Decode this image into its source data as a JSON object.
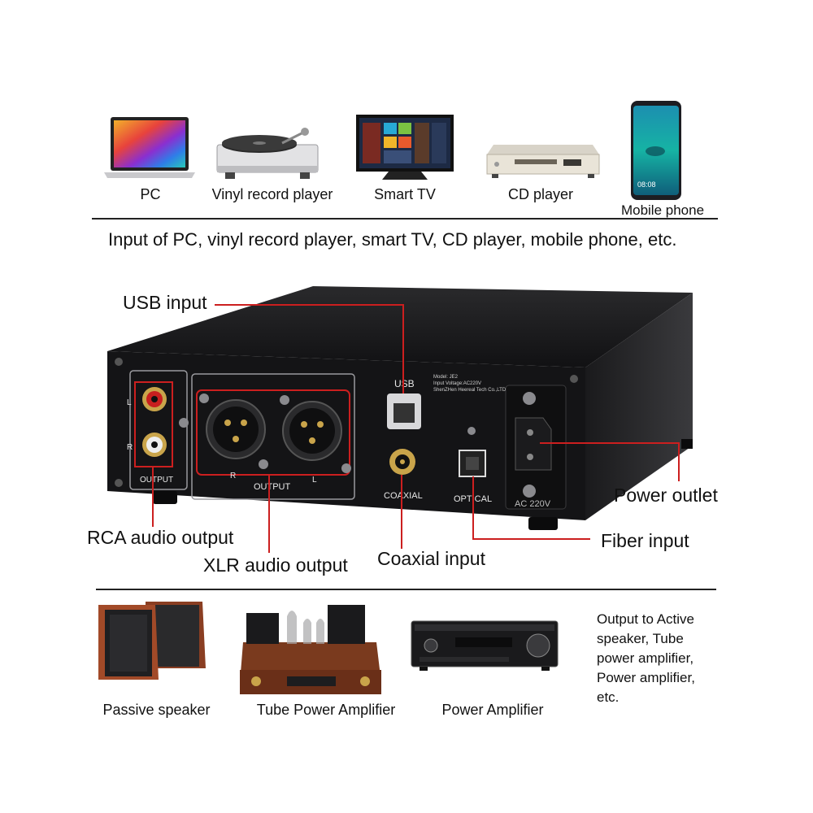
{
  "sources": {
    "items": [
      {
        "label": "PC",
        "icon": "laptop-icon"
      },
      {
        "label": "Vinyl record player",
        "icon": "turntable-icon"
      },
      {
        "label": "Smart TV",
        "icon": "tv-icon"
      },
      {
        "label": "CD player",
        "icon": "cd-player-icon"
      },
      {
        "label": "Mobile phone",
        "icon": "phone-icon"
      }
    ],
    "summary": "Input of PC, vinyl record player, smart TV, CD player, mobile phone, etc."
  },
  "device": {
    "labels": {
      "usb_port": "USB",
      "model_line1": "Model: JE2",
      "model_line2": "Input Voltage:AC220V",
      "model_line3": "ShenZHen Heereal Tech Co.,LTD",
      "rca_l": "L",
      "rca_r": "R",
      "rca_output": "OUTPUT",
      "xlr_r": "R",
      "xlr_l": "L",
      "xlr_output": "OUTPUT",
      "coaxial": "COAXIAL",
      "optical": "OPTICAL",
      "ac": "AC 220V"
    }
  },
  "callouts": {
    "usb_input": "USB input",
    "power_outlet": "Power outlet",
    "fiber_input": "Fiber input",
    "rca_audio_output": "RCA audio output",
    "xlr_audio_output": "XLR audio output",
    "coaxial_input": "Coaxial input"
  },
  "outputs": {
    "items": [
      {
        "label": "Passive speaker",
        "icon": "speaker-icon"
      },
      {
        "label": "Tube Power Amplifier",
        "icon": "tube-amp-icon"
      },
      {
        "label": "Power Amplifier",
        "icon": "amplifier-icon"
      }
    ],
    "note": "Output to Active speaker, Tube power amplifier, Power amplifier, etc.",
    "note_lines": [
      "Output to Active",
      "speaker, Tube",
      "power amplifier,",
      "Power amplifier,",
      "etc."
    ]
  },
  "colors": {
    "callout_line": "#cc1f1f",
    "chassis": "#1c1c1e",
    "panel": "#0d0d0f"
  }
}
